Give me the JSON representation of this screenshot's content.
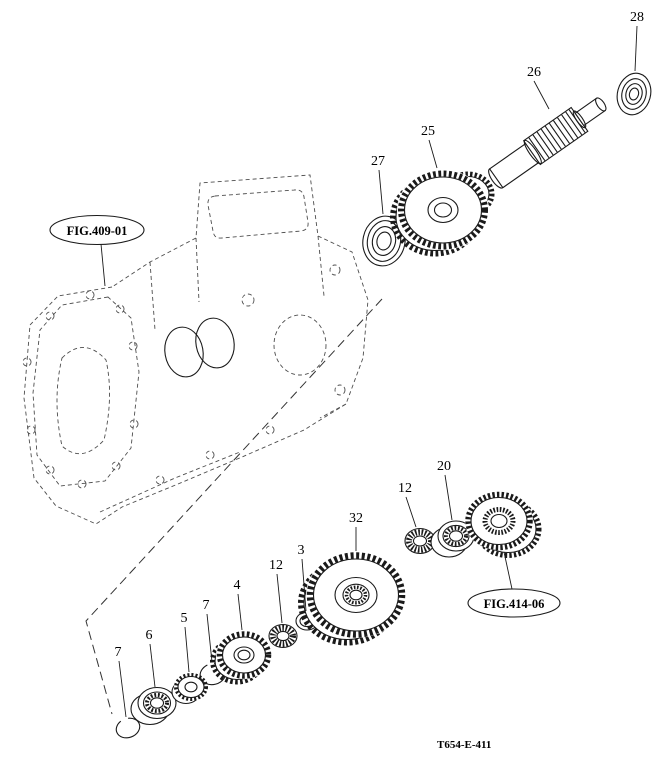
{
  "figure_code": "T654-E-411",
  "refs": {
    "fig409": "FIG.409-01",
    "fig414": "FIG.414-06"
  },
  "callouts": {
    "c28": "28",
    "c26": "26",
    "c25": "25",
    "c27": "27",
    "c20": "20",
    "c12a": "12",
    "c32": "32",
    "c3": "3",
    "c12b": "12",
    "c4": "4",
    "c7a": "7",
    "c5": "5",
    "c6": "6",
    "c7b": "7"
  }
}
